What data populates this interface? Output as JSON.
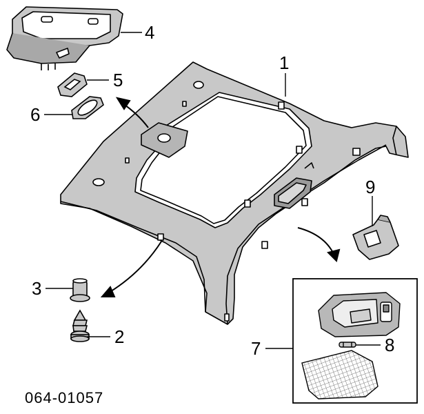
{
  "diagram": {
    "callouts": {
      "c1": "1",
      "c2": "2",
      "c3": "3",
      "c4": "4",
      "c5": "5",
      "c6": "6",
      "c7": "7",
      "c8": "8",
      "c9": "9"
    },
    "part_number": "064-01057",
    "colors": {
      "line": "#000000",
      "panel_fill": "#c8c8c8",
      "inset_fill": "#ffffff"
    }
  }
}
